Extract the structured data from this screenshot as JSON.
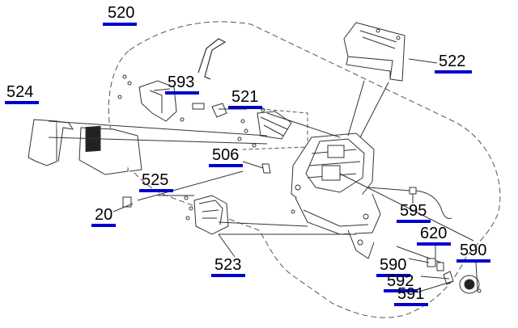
{
  "diagram": {
    "kind": "exploded-parts-view",
    "callouts": {
      "c520": "520",
      "c522": "522",
      "c524": "524",
      "c593": "593",
      "c521": "521",
      "c525": "525",
      "c506": "506",
      "c20": "20",
      "c595": "595",
      "c620": "620",
      "c590a": "590",
      "c590b": "590",
      "c592": "592",
      "c591": "591",
      "c523": "523"
    },
    "colors": {
      "callout_underline": "#0000cc",
      "line_art": "#333333",
      "boundary_dash": "#555555"
    }
  }
}
